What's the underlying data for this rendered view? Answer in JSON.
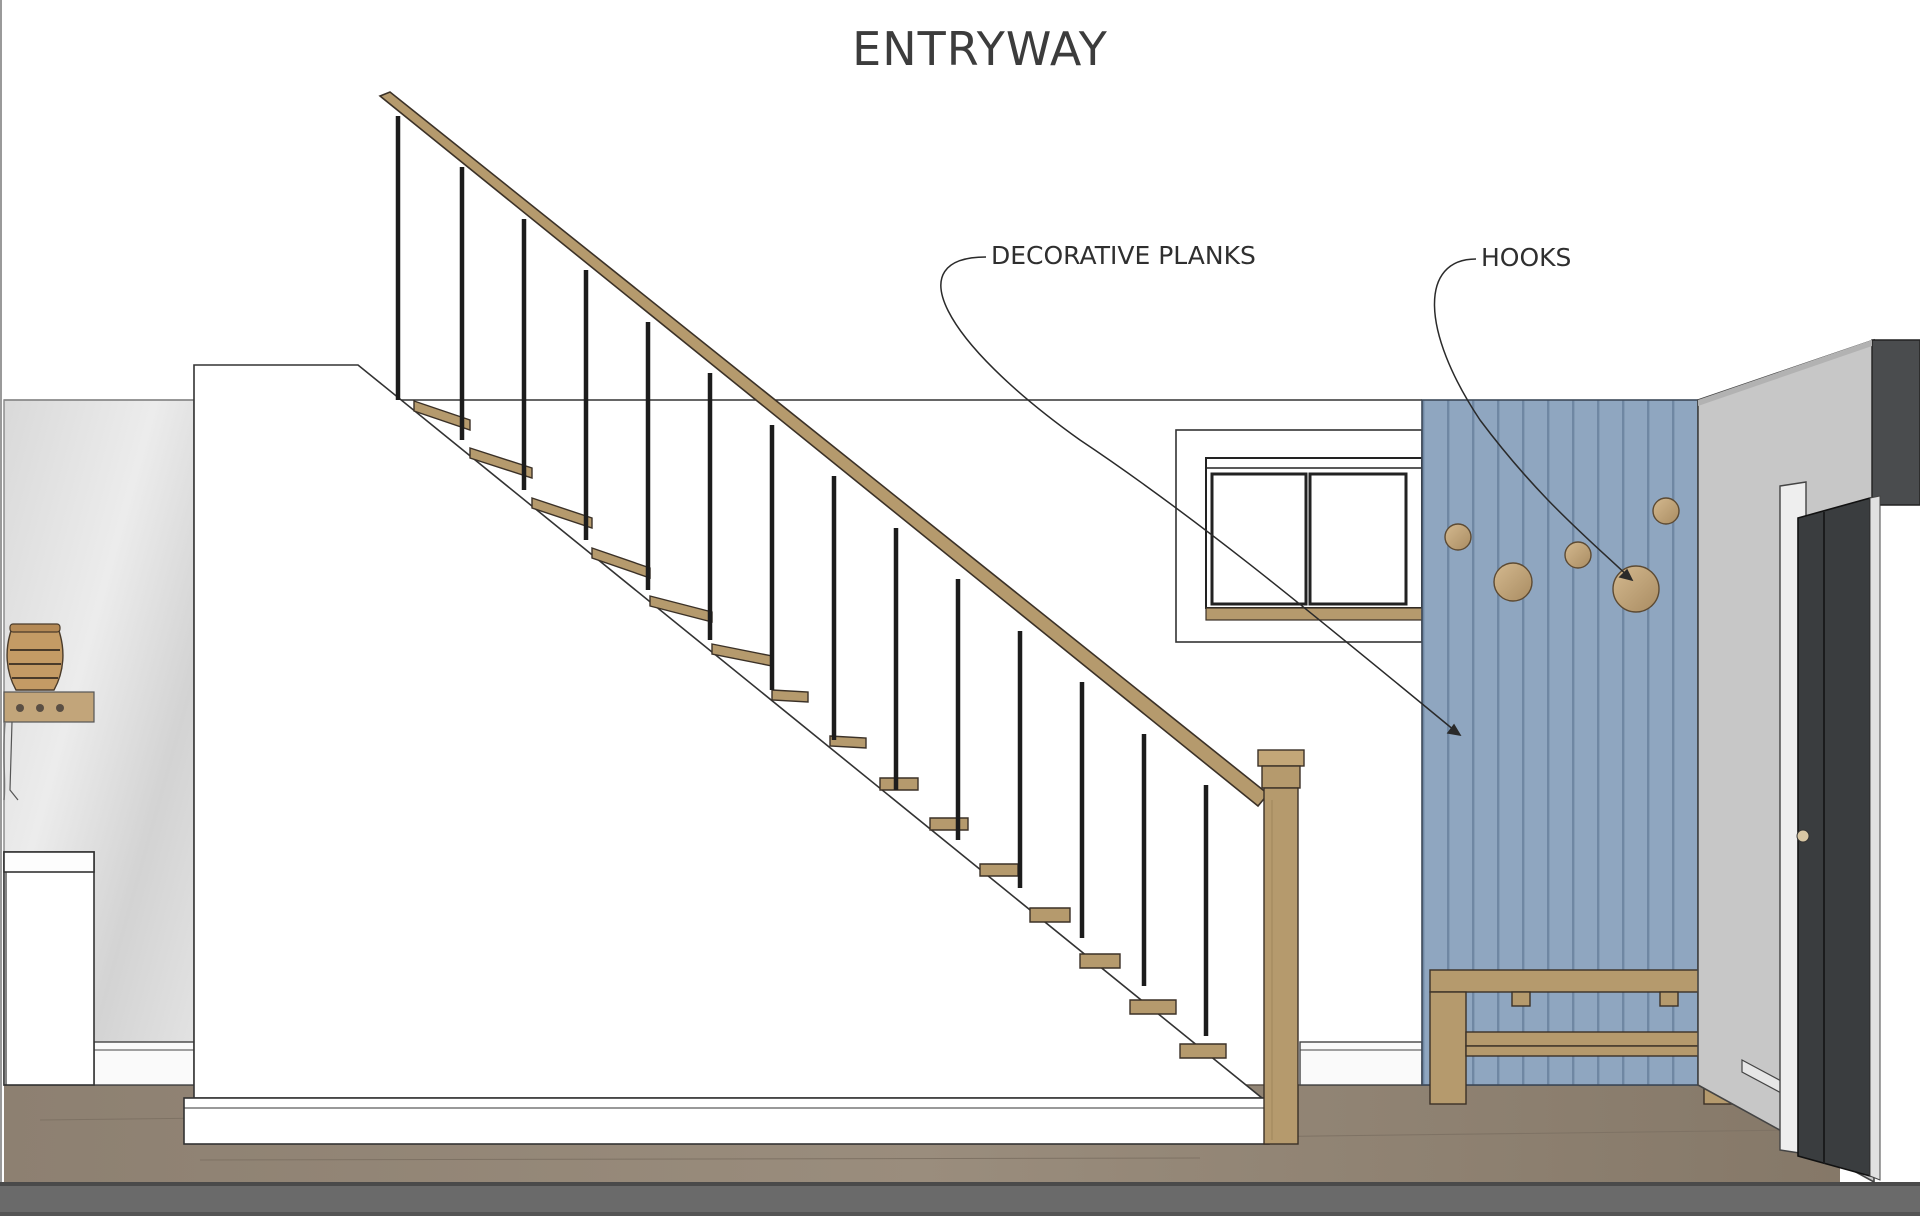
{
  "title": "ENTRYWAY",
  "annotations": {
    "planks": "DECORATIVE PLANKS",
    "hooks": "HOOKS"
  },
  "colors": {
    "wood": "#b59a6d",
    "plank_blue": "#8ea5bf",
    "floor": "#8f8272",
    "door": "#3a3d3f",
    "wall_grey": "#c7c7c7"
  }
}
